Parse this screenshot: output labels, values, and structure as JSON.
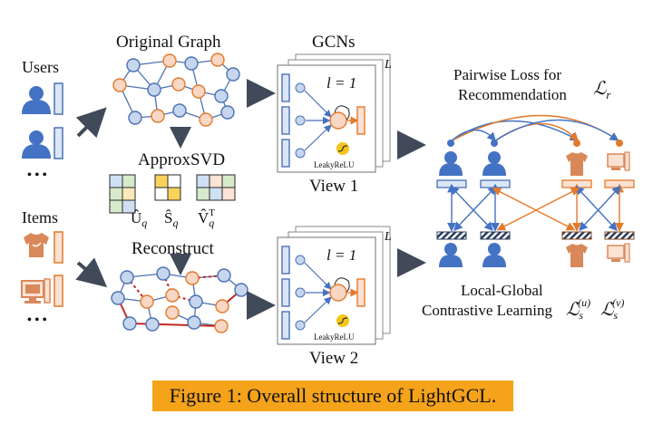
{
  "labels": {
    "users": "Users",
    "items": "Items",
    "dots": "• • •",
    "original_graph": "Original Graph",
    "approx_svd": "ApproxSVD",
    "u_q": "Û",
    "u_q_sub": "q",
    "s_q": "Ŝ",
    "s_q_sub": "q",
    "v_q": "V̂",
    "v_q_sub": "q",
    "v_q_sup": "T",
    "reconstruct": "Reconstruct",
    "gcns": "GCNs",
    "layer_a": "l = 1",
    "layer_b": "L",
    "leakyrelu": "LeakyReLU",
    "view1": "View 1",
    "view2": "View 2",
    "pairwise_1": "Pairwise Loss for",
    "pairwise_2": "Recommendation",
    "loss_r": "ℒ",
    "loss_r_sub": "r",
    "local_global": "Local-Global",
    "contrastive": "Contrastive Learning",
    "loss_s": "ℒ",
    "loss_s_sub": "s",
    "loss_s_u": "(u)",
    "loss_s_v": "(v)"
  },
  "caption": "Figure 1: Overall structure of LightGCL.",
  "colors": {
    "user_node": "#c6d6ee",
    "user_stroke": "#4a72b4",
    "item_node": "#f8d7c4",
    "item_stroke": "#e3792b",
    "edge_red": "#c0281e",
    "user_icon": "#4472c4",
    "item_icon": "#d9885a",
    "arrow": "#404a59",
    "caption_bg": "#f5a31a"
  }
}
